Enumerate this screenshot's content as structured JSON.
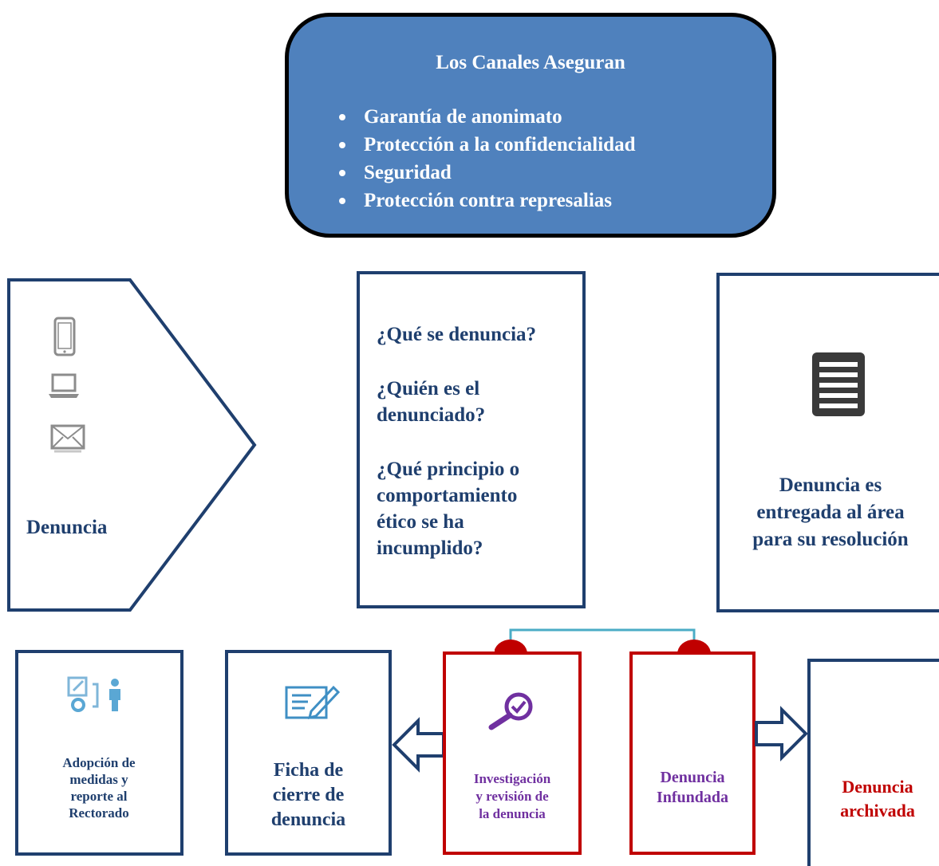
{
  "channels": {
    "title": "Los Canales Aseguran",
    "items": [
      "Garantía de anonimato",
      "Protección a la confidencialidad",
      "Seguridad",
      "Protección contra represalias"
    ]
  },
  "denuncia": {
    "label": "Denuncia"
  },
  "questions": {
    "q1": "¿Qué se denuncia?",
    "q2_line1": "¿Quién es el",
    "q2_line2": "denunciado?",
    "q3_line1": "¿Qué principio o",
    "q3_line2": "comportamiento",
    "q3_line3": "ético se ha",
    "q3_line4": "incumplido?"
  },
  "delivery": {
    "line1": "Denuncia es",
    "line2": "entregada al área",
    "line3": "para su resolución"
  },
  "adoption": {
    "line1": "Adopción de",
    "line2": "medidas y",
    "line3": "reporte al",
    "line4": "Rectorado"
  },
  "closing": {
    "line1": "Ficha de",
    "line2": "cierre de",
    "line3": "denuncia"
  },
  "investigation": {
    "line1": "Investigación",
    "line2": "y revisión de",
    "line3": "la denuncia"
  },
  "unfounded": {
    "line1": "Denuncia",
    "line2": "Infundada"
  },
  "archived": {
    "line1": "Denuncia",
    "line2": "archivada"
  },
  "icons": {
    "phone": "smartphone-icon",
    "laptop": "laptop-icon",
    "mail": "envelope-icon",
    "document": "document-icon",
    "adoption": "process-person-icon",
    "form": "form-edit-icon",
    "search": "magnifier-check-icon"
  },
  "colors": {
    "navy": "#1f3f6e",
    "box_fill": "#4f81bd",
    "red": "#c00000",
    "purple": "#7030a0",
    "connector": "#4bacc6"
  }
}
